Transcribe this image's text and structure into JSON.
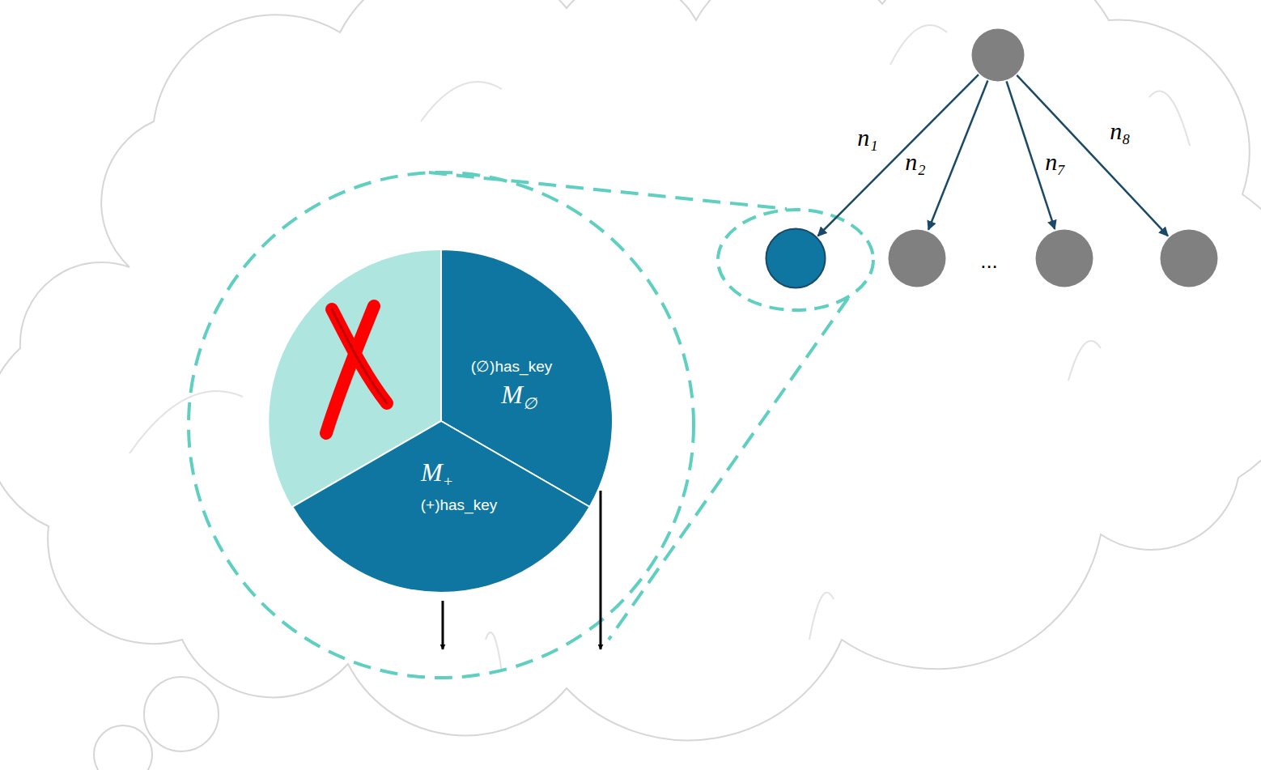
{
  "diagram": {
    "nodes": [
      {
        "text": []
      },
      {
        "text": []
      },
      {
        "text": []
      },
      {
        "text": []
      },
      {
        "text": []
      },
      {
        "text": [
          "(∅)has_key",
          "M∅"
        ]
      },
      {
        "text": [
          "M+",
          "(+)has_key"
        ]
      }
    ],
    "edges": [
      {
        "from": 0,
        "to": 1,
        "arrow": "to",
        "label": "n₁"
      },
      {
        "from": 0,
        "to": 2,
        "arrow": "to",
        "label": "n₂"
      },
      {
        "from": 0,
        "to": 3,
        "arrow": "to",
        "label": "n₇"
      },
      {
        "from": 0,
        "to": 4,
        "arrow": "to",
        "label": "n₈"
      }
    ],
    "labels": [
      "..."
    ]
  }
}
